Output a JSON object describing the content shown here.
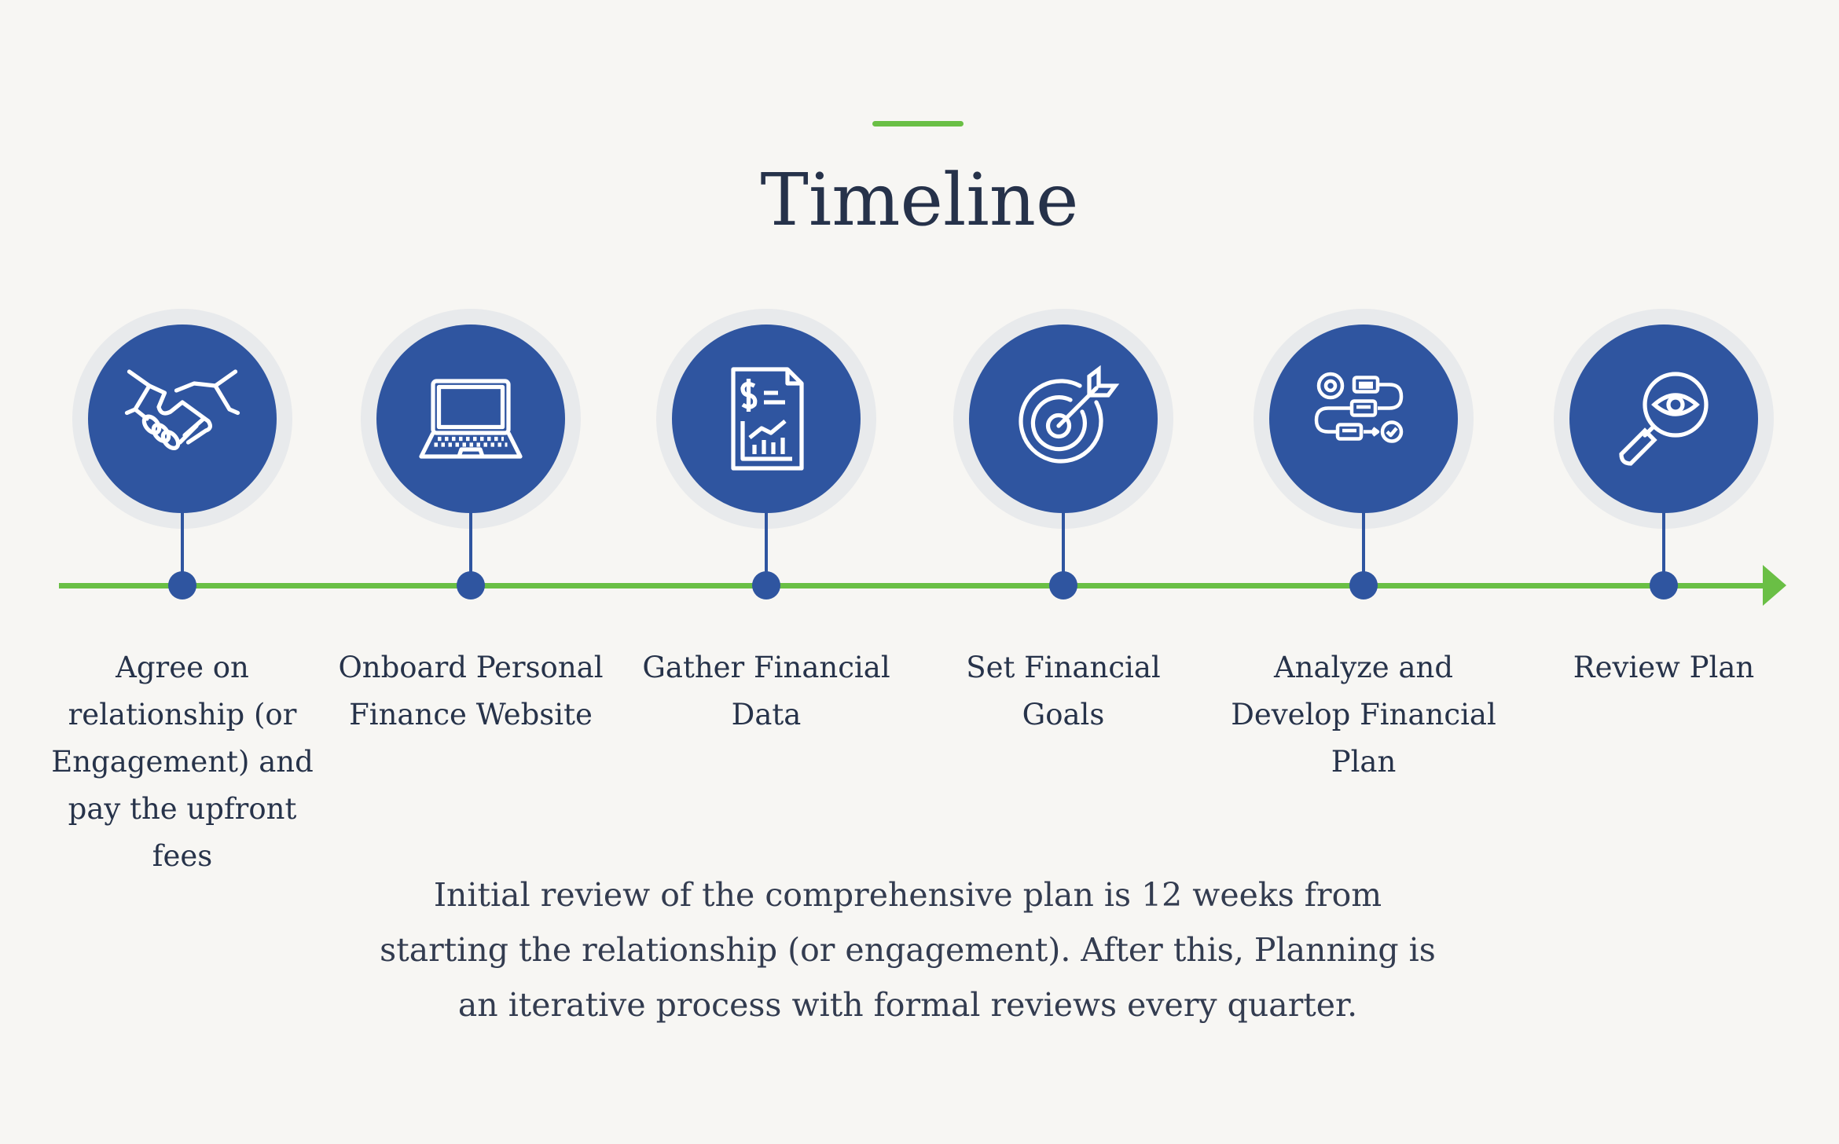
{
  "title": "Timeline",
  "colors": {
    "accent": "#6abf45",
    "primary": "#2f55a0",
    "ring": "#e8eaec",
    "background": "#f7f6f3",
    "text": "#26324a"
  },
  "steps": [
    {
      "icon": "handshake-icon",
      "label": "Agree on relationship (or Engagement) and pay the upfront fees"
    },
    {
      "icon": "laptop-icon",
      "label": "Onboard Personal Finance Website"
    },
    {
      "icon": "financial-document-icon",
      "label": "Gather Financial Data"
    },
    {
      "icon": "target-icon",
      "label": "Set Financial Goals"
    },
    {
      "icon": "workflow-icon",
      "label": "Analyze and Develop Financial Plan"
    },
    {
      "icon": "magnifier-eye-icon",
      "label": "Review Plan"
    }
  ],
  "note": "Initial review of the comprehensive plan is 12 weeks from starting the relationship (or engagement). After this, Planning is an iterative process with formal reviews every quarter."
}
